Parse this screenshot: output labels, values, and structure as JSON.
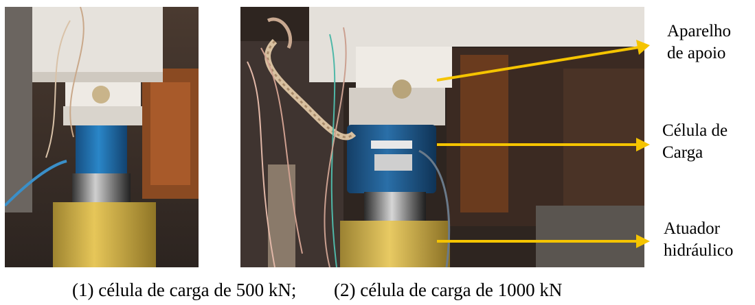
{
  "labels": {
    "support_line1": "Aparelho",
    "support_line2": "de apoio",
    "loadcell_line1": "Célula de",
    "loadcell_line2": "Carga",
    "actuator_line1": "Atuador",
    "actuator_line2": "hidráulico"
  },
  "captions": {
    "left": "(1) célula de carga de 500 kN;",
    "right": "(2) célula de carga de 1000 kN"
  },
  "colors": {
    "arrow": "#f5c400",
    "load_cell_blue": "#1f6fb0",
    "actuator_yellow": "#d9b84a",
    "concrete": "#d8d5d0",
    "background_dark": "#3a2a22"
  }
}
